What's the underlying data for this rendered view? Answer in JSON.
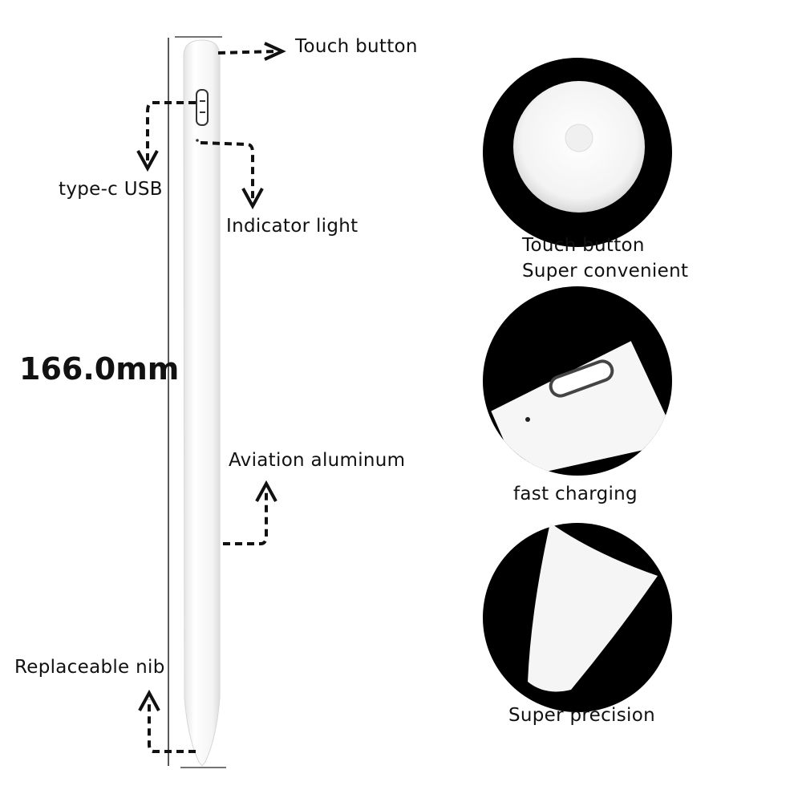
{
  "dimension": {
    "length": "166.0mm"
  },
  "callouts": {
    "touch_button": "Touch button",
    "type_c_usb": "type-c USB",
    "indicator_light": "Indicator light",
    "aviation_aluminum": "Aviation aluminum",
    "replaceable_nib": "Replaceable nib"
  },
  "features": [
    {
      "line1": "Touch button",
      "line2": "Super convenient"
    },
    {
      "line1": "fast charging"
    },
    {
      "line1": "Super precision"
    }
  ],
  "colors": {
    "background": "#ffffff",
    "circle": "#000000",
    "pen": "#f7f7f7",
    "ink": "#111111"
  }
}
